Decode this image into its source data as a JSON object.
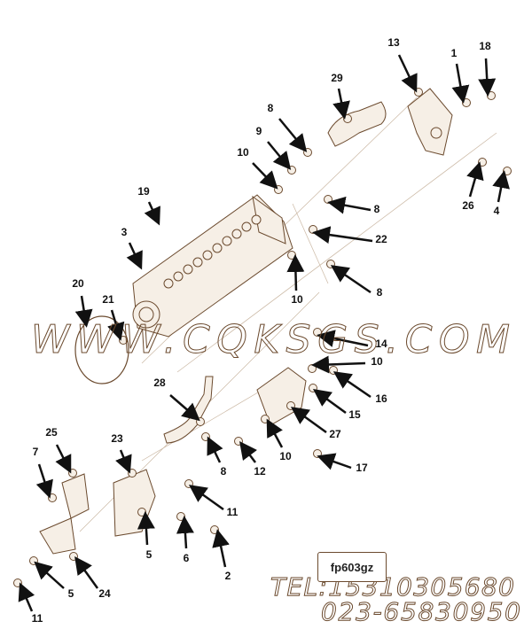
{
  "diagram": {
    "part_labels": [
      "13",
      "1",
      "18",
      "29",
      "8",
      "9",
      "10",
      "19",
      "3",
      "8",
      "22",
      "10",
      "8",
      "26",
      "4",
      "20",
      "21",
      "14",
      "10",
      "16",
      "15",
      "27",
      "28",
      "10",
      "12",
      "8",
      "17",
      "25",
      "23",
      "7",
      "11",
      "5",
      "6",
      "2",
      "5",
      "24",
      "11"
    ],
    "drawing_code": "fp603gz",
    "colors": {
      "line": "#6b4a2e",
      "label": "#111111",
      "background": "#ffffff"
    }
  },
  "watermark": {
    "website": "WWW.CQKSGS.COM",
    "tel": "TEL:15310305680",
    "phone": "023-65830950"
  }
}
